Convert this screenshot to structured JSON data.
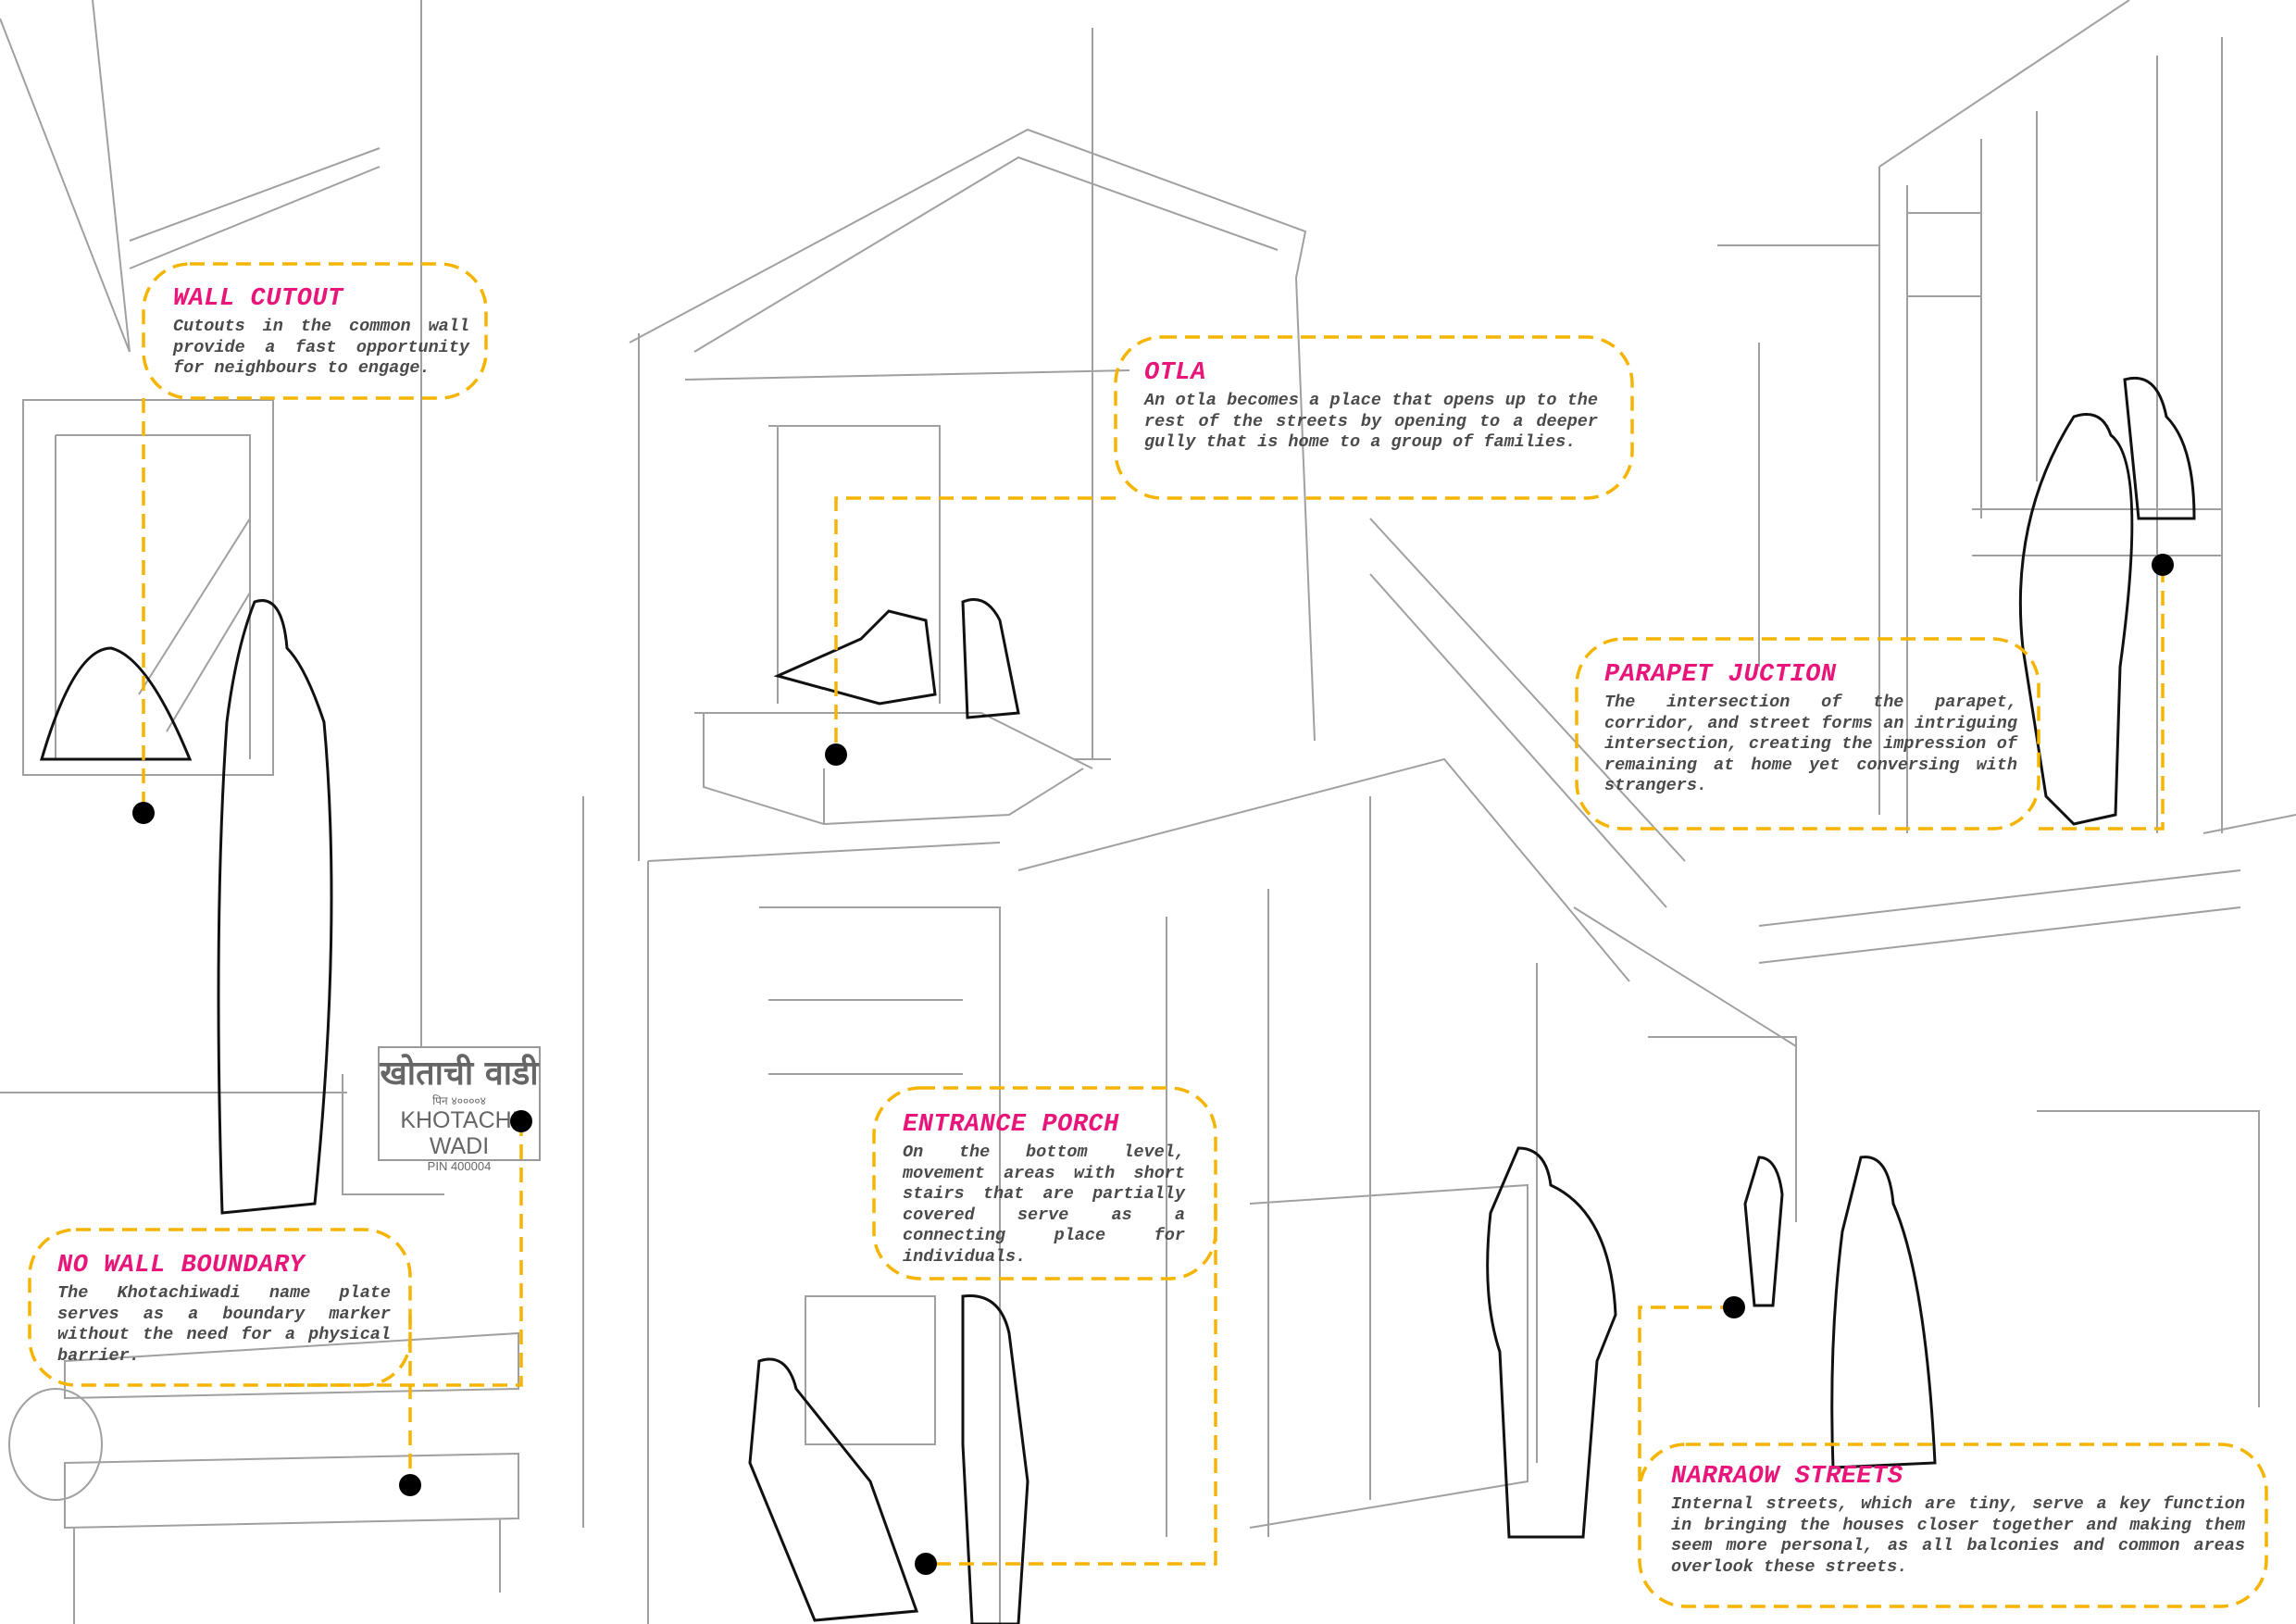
{
  "colors": {
    "accent": "#e8157a",
    "leader": "#f5b400",
    "sketch": "#9a9a9a",
    "figure": "#111111",
    "text": "#4a4a4a"
  },
  "callouts": {
    "wall_cutout": {
      "title": "WALL CUTOUT",
      "body": "Cutouts in the common wall provide a fast opportunity for neighbours to engage."
    },
    "otla": {
      "title": "OTLA",
      "body": "An otla becomes a place that opens up to the rest of the streets by opening to a deeper gully that is home to a group of families."
    },
    "parapet": {
      "title": "PARAPET JUCTION",
      "body": "The intersection of the parapet, corridor, and street forms an intriguing intersection, creating the impression of remaining at home yet conversing with strangers."
    },
    "porch": {
      "title": "ENTRANCE PORCH",
      "body": "On the bottom level, movement areas with short stairs that are partially covered serve as a connecting place for individuals."
    },
    "no_wall": {
      "title": "NO WALL BOUNDARY",
      "body": "The Khotachiwadi name plate serves as a boundary marker without the need for a physical barrier."
    },
    "streets": {
      "title": "NARRAOW STREETS",
      "body": "Internal streets, which are tiny, serve a key function in bringing the houses closer together and making them seem more personal, as all balconies and common areas overlook these streets."
    }
  },
  "sign": {
    "marathi": "खोताची वाडी",
    "marathi_pin": "पिन ४००००४",
    "english": "KHOTACHI WADI",
    "pin": "PIN 400004"
  }
}
